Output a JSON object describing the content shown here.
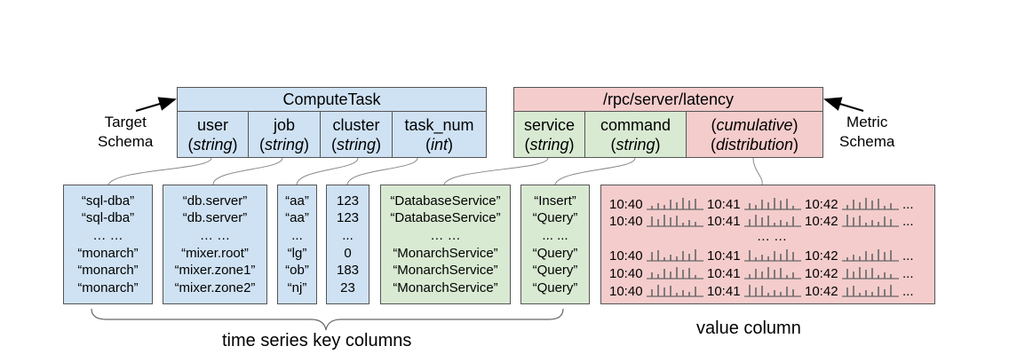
{
  "target": {
    "title": "ComputeTask",
    "side_label": [
      "Target",
      "Schema"
    ],
    "fields": [
      {
        "name": "user",
        "type": "string"
      },
      {
        "name": "job",
        "type": "string"
      },
      {
        "name": "cluster",
        "type": "string"
      },
      {
        "name": "task_num",
        "type": "int"
      }
    ]
  },
  "metric": {
    "title": "/rpc/server/latency",
    "side_label": [
      "Metric",
      "Schema"
    ],
    "fields": [
      {
        "name": "service",
        "type": "string"
      },
      {
        "name": "command",
        "type": "string"
      }
    ],
    "value_field": {
      "line1": "cumulative",
      "line2": "distribution"
    }
  },
  "columns": {
    "user": [
      "“sql-dba”",
      "“sql-dba”",
      "… …",
      "“monarch”",
      "“monarch”",
      "“monarch”"
    ],
    "job": [
      "“db.server”",
      "“db.server”",
      "… …",
      "“mixer.root”",
      "“mixer.zone1”",
      "“mixer.zone2”"
    ],
    "cluster": [
      "“aa”",
      "“aa”",
      "...",
      "“lg”",
      "“ob”",
      "“nj”"
    ],
    "task_num": [
      "123",
      "123",
      "...",
      "0",
      "183",
      "23"
    ],
    "service": [
      "“DatabaseService”",
      "“DatabaseService”",
      "… …",
      "“MonarchService”",
      "“MonarchService”",
      "“MonarchService”"
    ],
    "command": [
      "“Insert”",
      "“Query”",
      "... ...",
      "“Query”",
      "“Query”",
      "“Query”"
    ]
  },
  "value_column": {
    "times": [
      "10:40",
      "10:41",
      "10:42"
    ],
    "trailing": "...",
    "gap": "… …",
    "rows": 5,
    "bar_color": "#666666"
  },
  "labels": {
    "key_columns": "time series key columns",
    "value_column": "value column"
  },
  "colors": {
    "target": "#cfe2f3",
    "metric_key": "#d9ead3",
    "metric_value": "#f4cccc",
    "border": "#555555"
  }
}
